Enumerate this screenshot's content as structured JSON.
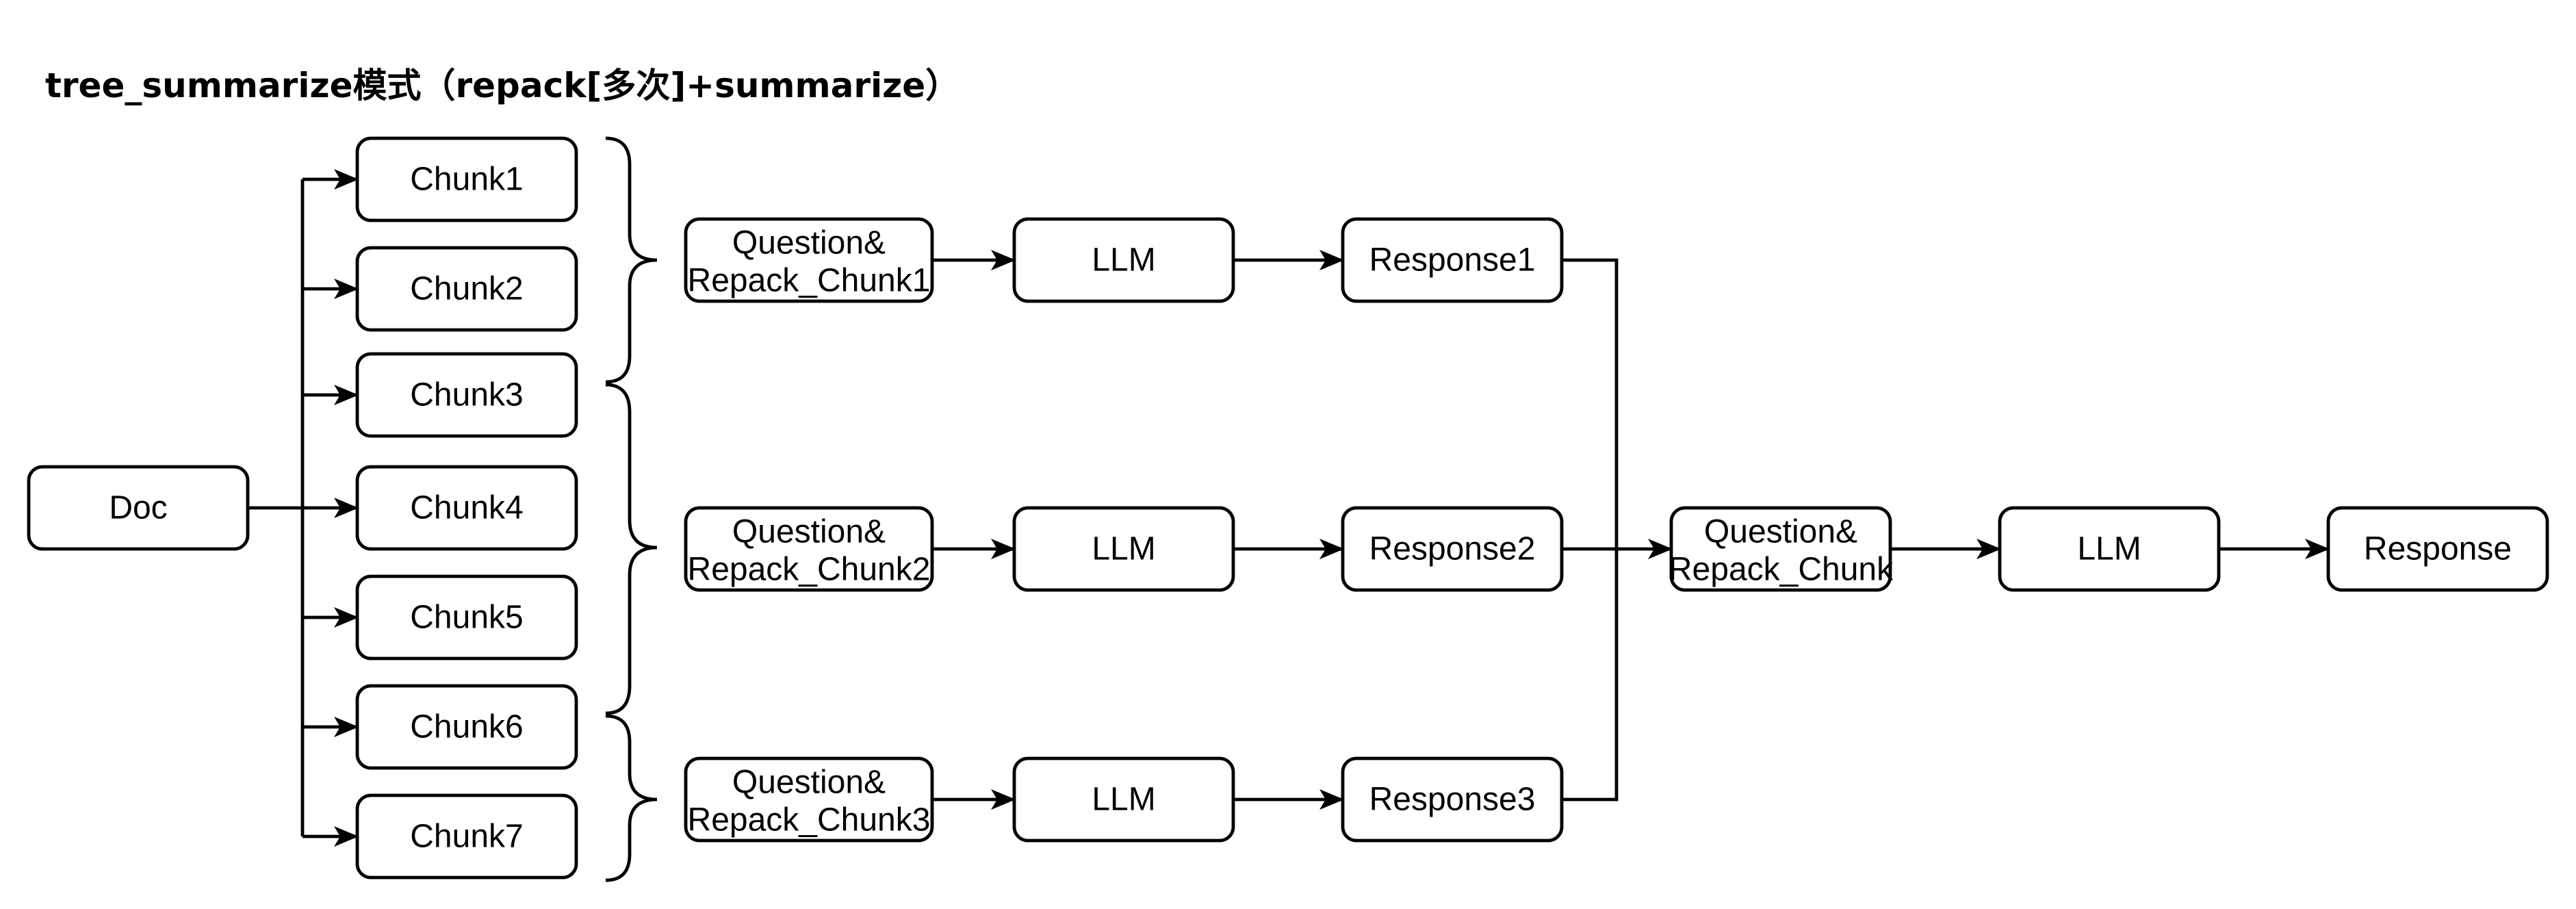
{
  "title": "tree_summarize模式（repack[多次]+summarize）",
  "colors": {
    "stroke": "#000000",
    "background": "#ffffff",
    "node_fill": "#ffffff"
  },
  "nodes": {
    "doc": {
      "label": "Doc"
    },
    "chunks": [
      "Chunk1",
      "Chunk2",
      "Chunk3",
      "Chunk4",
      "Chunk5",
      "Chunk6",
      "Chunk7"
    ],
    "repack_groups": [
      {
        "line1": "Question&",
        "line2": "Repack_Chunk1"
      },
      {
        "line1": "Question&",
        "line2": "Repack_Chunk2"
      },
      {
        "line1": "Question&",
        "line2": "Repack_Chunk3"
      }
    ],
    "llm_stage1": [
      "LLM",
      "LLM",
      "LLM"
    ],
    "responses": [
      "Response1",
      "Response2",
      "Response3"
    ],
    "final_repack": {
      "line1": "Question&",
      "line2": "Repack_Chunk"
    },
    "final_llm": "LLM",
    "final_response": "Response"
  },
  "edges": [
    {
      "from": "Doc",
      "to": "Chunk1"
    },
    {
      "from": "Doc",
      "to": "Chunk2"
    },
    {
      "from": "Doc",
      "to": "Chunk3"
    },
    {
      "from": "Doc",
      "to": "Chunk4"
    },
    {
      "from": "Doc",
      "to": "Chunk5"
    },
    {
      "from": "Doc",
      "to": "Chunk6"
    },
    {
      "from": "Doc",
      "to": "Chunk7"
    },
    {
      "from": "Question&Repack_Chunk1",
      "to": "LLM"
    },
    {
      "from": "LLM",
      "to": "Response1"
    },
    {
      "from": "Question&Repack_Chunk2",
      "to": "LLM"
    },
    {
      "from": "LLM",
      "to": "Response2"
    },
    {
      "from": "Question&Repack_Chunk3",
      "to": "LLM"
    },
    {
      "from": "LLM",
      "to": "Response3"
    },
    {
      "from": "Response1",
      "to": "Question&Repack_Chunk"
    },
    {
      "from": "Response2",
      "to": "Question&Repack_Chunk"
    },
    {
      "from": "Response3",
      "to": "Question&Repack_Chunk"
    },
    {
      "from": "Question&Repack_Chunk",
      "to": "LLM"
    },
    {
      "from": "LLM",
      "to": "Response"
    }
  ],
  "groupings": [
    {
      "chunks": [
        "Chunk1",
        "Chunk2",
        "Chunk3"
      ],
      "into": "Question&Repack_Chunk1"
    },
    {
      "chunks": [
        "Chunk3",
        "Chunk4",
        "Chunk5",
        "Chunk6"
      ],
      "into": "Question&Repack_Chunk2"
    },
    {
      "chunks": [
        "Chunk6",
        "Chunk7"
      ],
      "into": "Question&Repack_Chunk3"
    }
  ]
}
